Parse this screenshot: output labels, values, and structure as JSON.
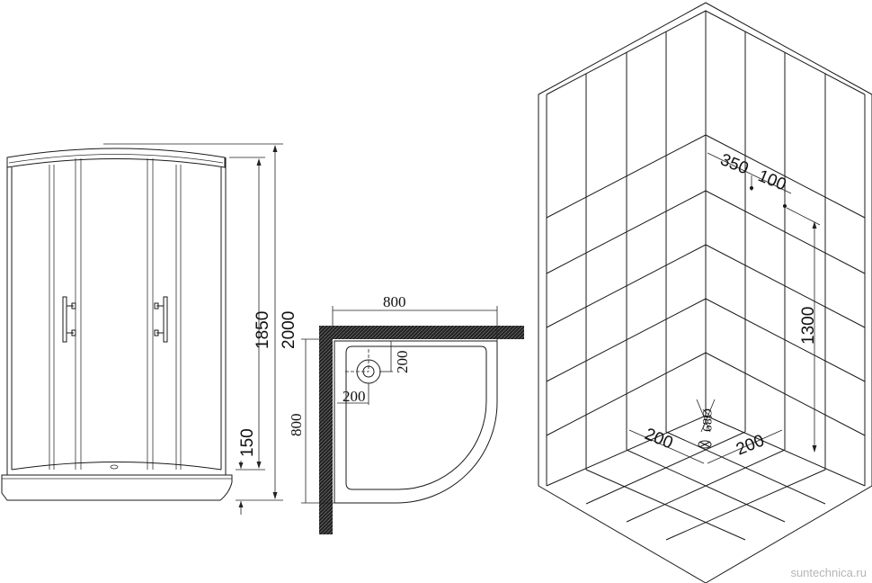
{
  "front_view": {
    "height_total": "2000",
    "height_door": "1850",
    "height_tray": "150"
  },
  "plan_view": {
    "width": "800",
    "depth": "800",
    "drain_offset_x": "200",
    "drain_offset_y": "200"
  },
  "wall_view": {
    "mixer_offset": "350",
    "outlet_spacing": "100",
    "mixer_height": "1300",
    "drain_diameter": "Ø89",
    "drain_offset_left": "200",
    "drain_offset_right": "200"
  },
  "watermark": "suntechnica.ru"
}
